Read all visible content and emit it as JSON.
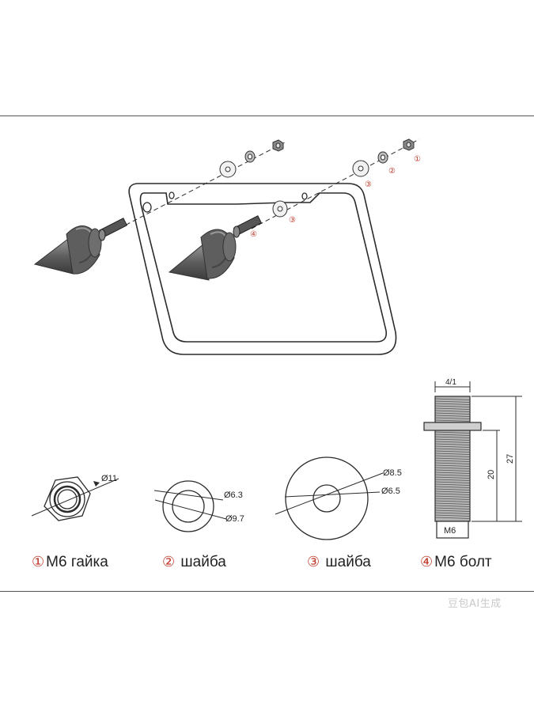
{
  "callouts": {
    "c1": "①",
    "c2": "②",
    "c3": "③",
    "c4": "④"
  },
  "dimensions": {
    "nut_outer": "Ø11",
    "washer2_inner": "Ø6.3",
    "washer2_outer": "Ø9.7",
    "washer3_outer": "Ø8.5",
    "washer3_inner": "Ø6.5",
    "bolt_width": "4/1",
    "bolt_length": "27",
    "bolt_thread_length": "20",
    "bolt_thread": "M6"
  },
  "parts": [
    {
      "num": "①",
      "name": "M6 гайка"
    },
    {
      "num": "②",
      "name": "шайба"
    },
    {
      "num": "③",
      "name": "шайба"
    },
    {
      "num": "④",
      "name": "M6 болт"
    }
  ],
  "watermark": "豆包AI生成",
  "colors": {
    "line": "#2b2b2b",
    "callout": "#c0392b",
    "part_fill": "#6e6e6e"
  }
}
